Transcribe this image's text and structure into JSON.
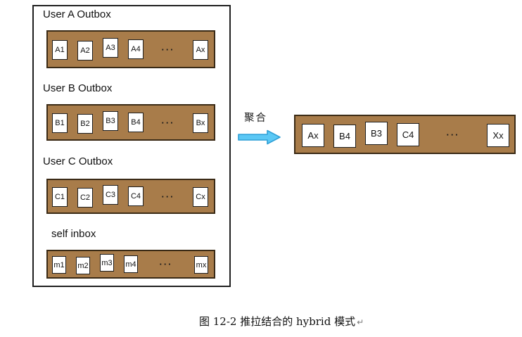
{
  "diagram": {
    "outboxes": [
      {
        "label": "User A Outbox",
        "items": [
          "A1",
          "A2",
          "A3",
          "A4"
        ],
        "ellipsis": "···",
        "last": "Ax"
      },
      {
        "label": "User B Outbox",
        "items": [
          "B1",
          "B2",
          "B3",
          "B4"
        ],
        "ellipsis": "···",
        "last": "Bx"
      },
      {
        "label": "User C Outbox",
        "items": [
          "C1",
          "C2",
          "C3",
          "C4"
        ],
        "ellipsis": "···",
        "last": "Cx"
      },
      {
        "label": "self inbox",
        "items": [
          "m1",
          "m2",
          "m3",
          "m4"
        ],
        "ellipsis": "···",
        "last": "mx"
      }
    ],
    "arrow_label": "聚合",
    "result": {
      "items": [
        "Ax",
        "B4",
        "B3",
        "C4"
      ],
      "ellipsis": "···",
      "last": "Xx"
    }
  },
  "caption": {
    "text": "图 12-2 推拉结合的 hybrid 模式",
    "mark": "↵"
  },
  "colors": {
    "bar_fill": "#A87C4A",
    "bar_border": "#3A2A15",
    "cell_border": "#1F1F1F",
    "outer_border": "#1F1F1F",
    "arrow_fill": "#5BC8F5",
    "arrow_stroke": "#2E9FD6"
  }
}
